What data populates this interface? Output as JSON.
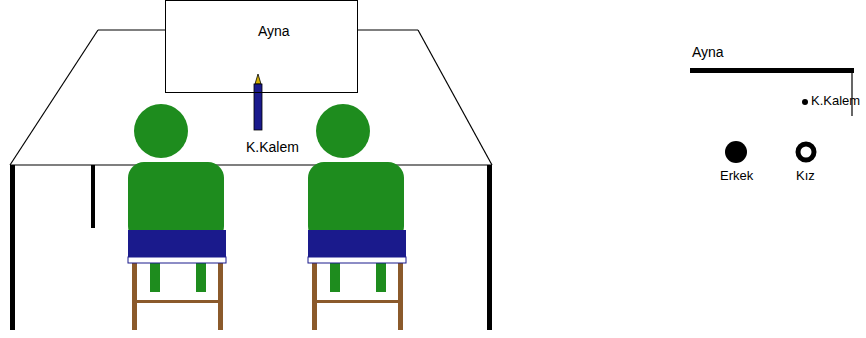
{
  "diagram": {
    "nodes": [
      {
        "text": [
          "Ayna"
        ]
      }
    ],
    "labels": [
      "K.Kalem",
      "Ayna",
      "K.Kalem",
      "Erkek",
      "Kız"
    ]
  }
}
